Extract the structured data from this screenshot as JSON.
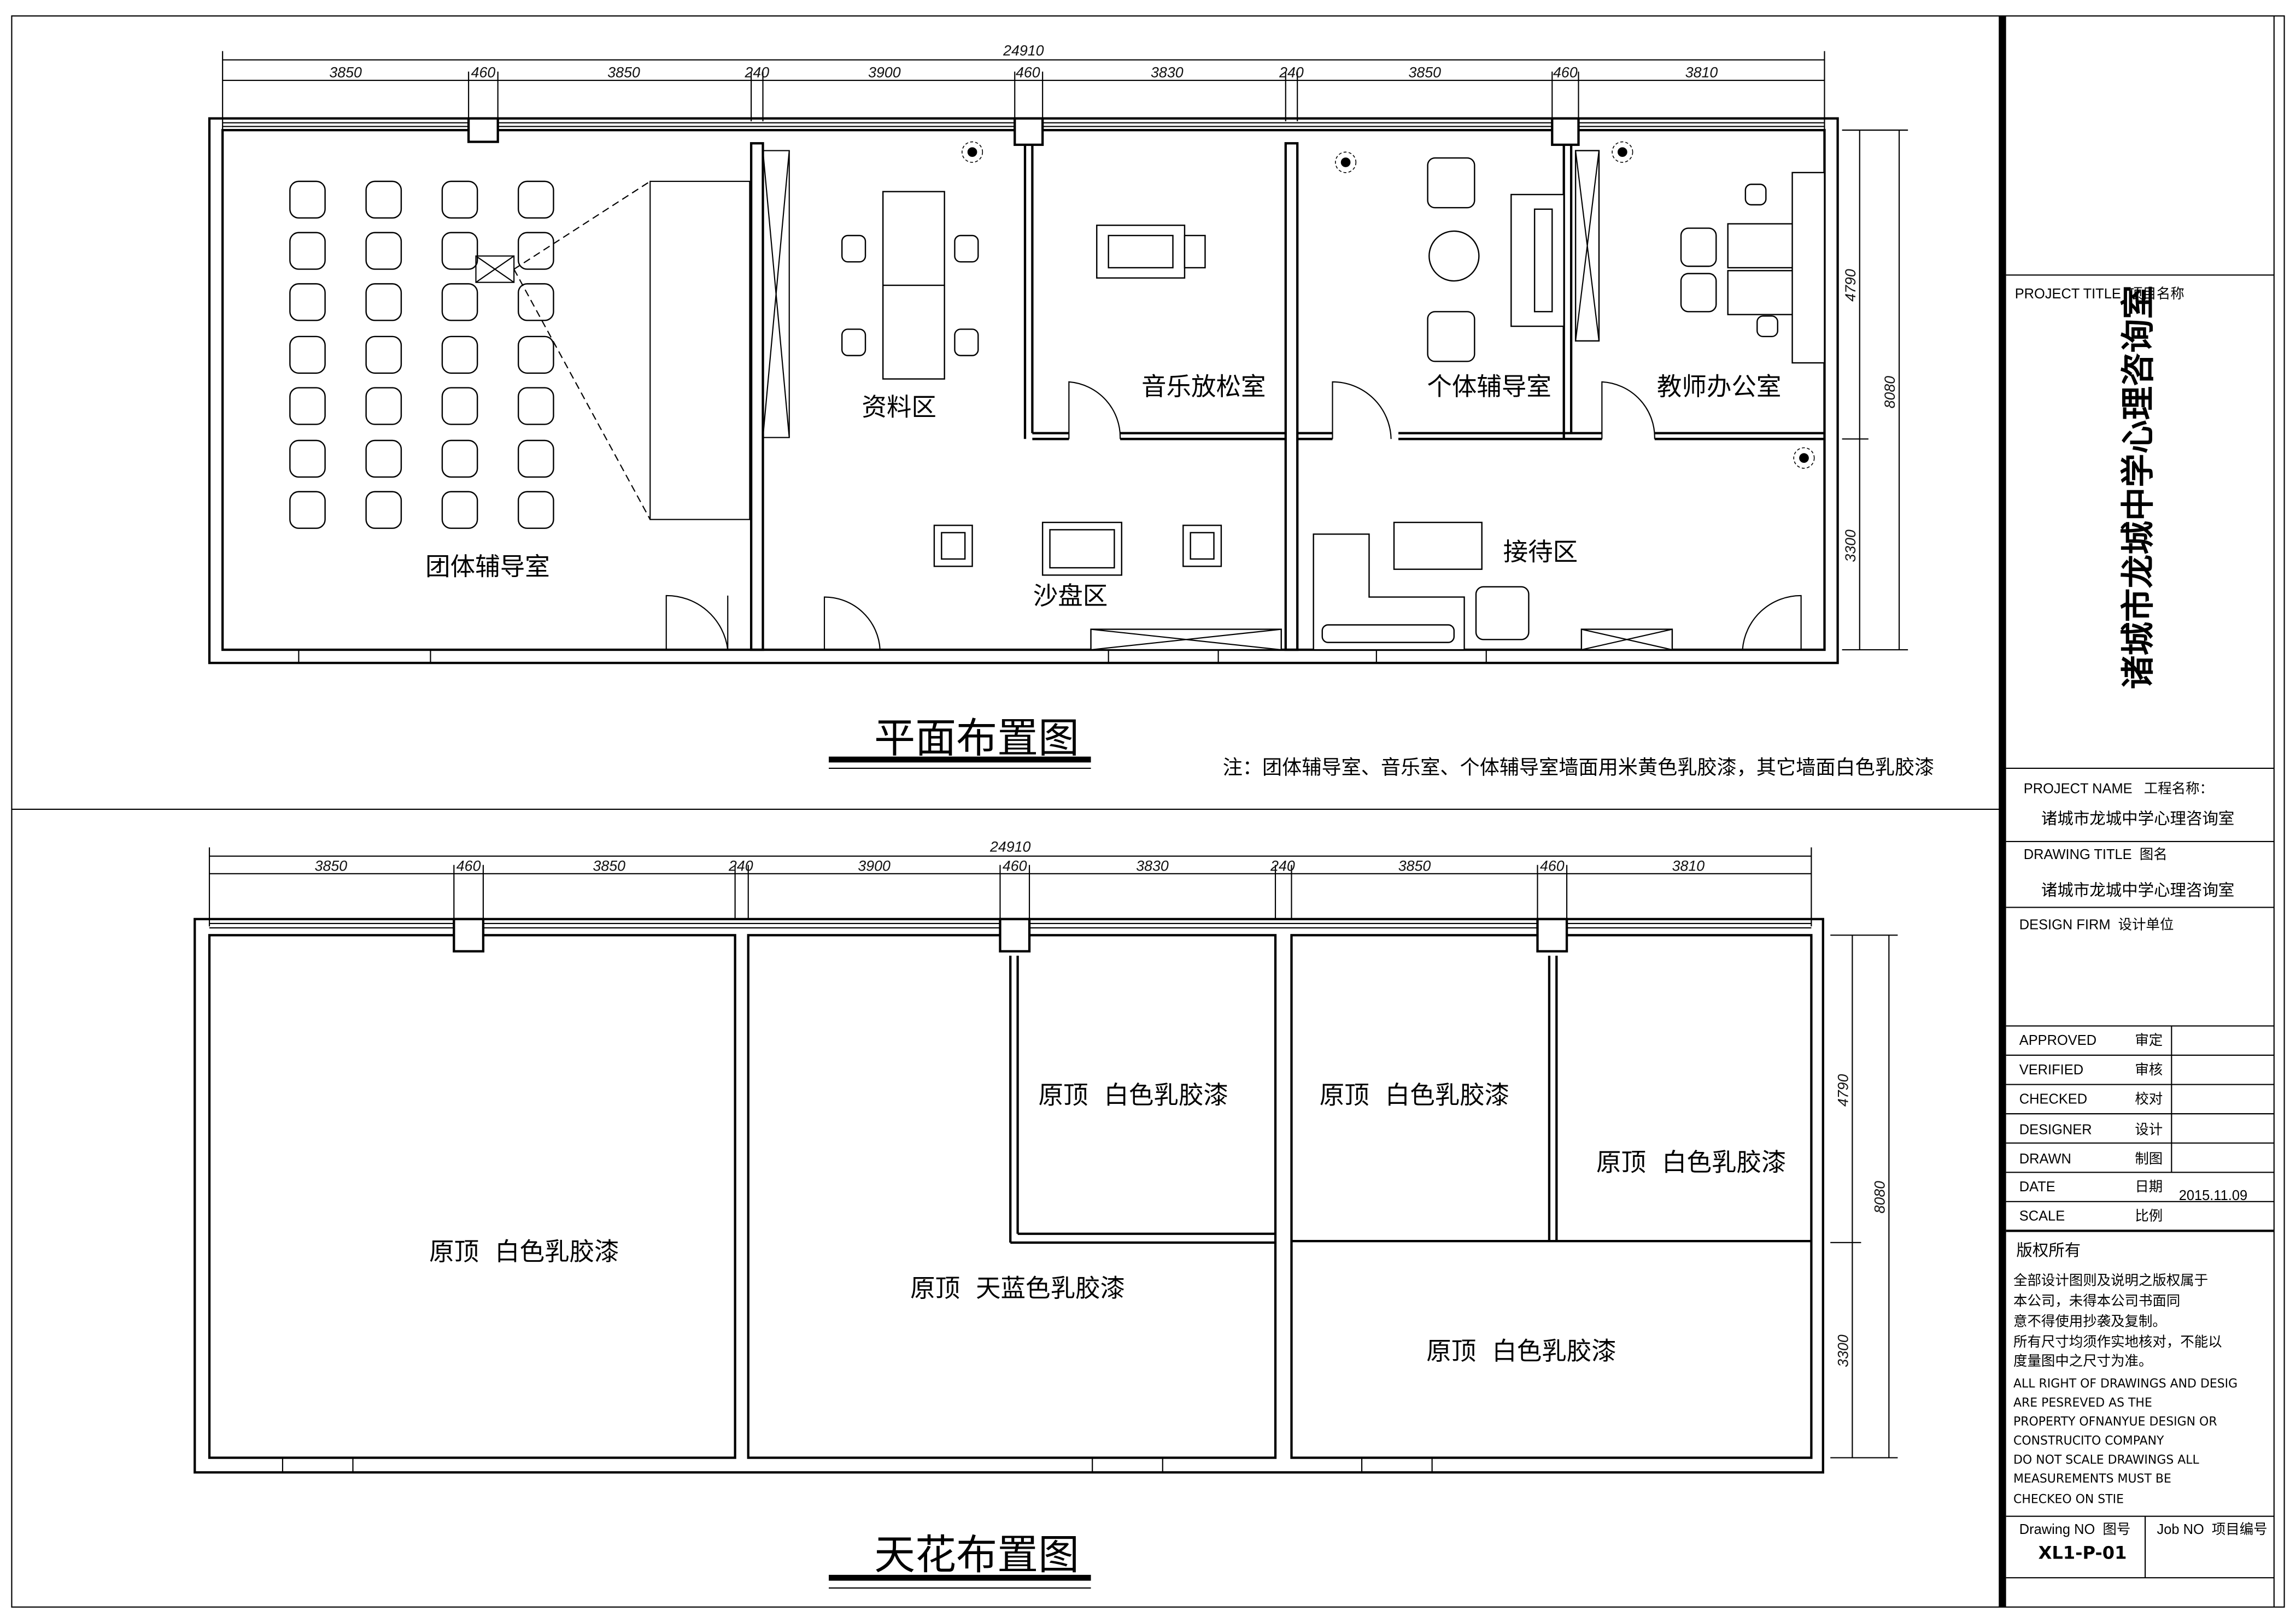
{
  "plan": {
    "title": "平面布置图",
    "note": "注：团体辅导室、音乐室、个体辅导室墙面用米黄色乳胶漆，其它墙面白色乳胶漆",
    "rooms": [
      "团体辅导室",
      "资料区",
      "音乐放松室",
      "个体辅导室",
      "教师办公室",
      "沙盘区",
      "接待区"
    ],
    "dim_total": "24910",
    "dims": [
      "3850",
      "460",
      "3850",
      "240",
      "3900",
      "460",
      "3830",
      "240",
      "3850",
      "460",
      "3810"
    ],
    "dims_right": [
      "4790",
      "8080",
      "3300"
    ]
  },
  "ceiling": {
    "title": "天花布置图",
    "labels": [
      "原顶  白色乳胶漆",
      "原顶  白色乳胶漆",
      "原顶  白色乳胶漆",
      "原顶  白色乳胶漆",
      "原顶  天蓝色乳胶漆",
      "原顶  白色乳胶漆"
    ],
    "dim_total": "24910",
    "dims": [
      "3850",
      "460",
      "3850",
      "240",
      "3900",
      "460",
      "3830",
      "240",
      "3850",
      "460",
      "3810"
    ],
    "dims_right": [
      "4790",
      "8080",
      "3300"
    ]
  },
  "title_block": {
    "project_title_label": "PROJECT TITLE  项目名称",
    "project_title": "诸城市龙城中学心理咨询室",
    "project_name_label": "PROJECT NAME   工程名称：",
    "project_name": "诸城市龙城中学心理咨询室",
    "drawing_title_label": "DRAWING TITLE  图名",
    "drawing_title": "诸城市龙城中学心理咨询室",
    "design_firm_label": "DESIGN FIRM  设计单位",
    "rows": [
      {
        "en": "APPROVED",
        "cn": "审定",
        "value": ""
      },
      {
        "en": "VERIFIED",
        "cn": "审核",
        "value": ""
      },
      {
        "en": "CHECKED",
        "cn": "校对",
        "value": ""
      },
      {
        "en": "DESIGNER",
        "cn": "设计",
        "value": ""
      },
      {
        "en": "DRAWN",
        "cn": "制图",
        "value": ""
      },
      {
        "en": "DATE",
        "cn": "日期",
        "value": "2015.11.09"
      },
      {
        "en": "SCALE",
        "cn": "比例",
        "value": ""
      }
    ],
    "copyright_title": "版权所有",
    "copyright_lines": [
      "全部设计图则及说明之版权属于",
      "本公司，未得本公司书面同",
      "意不得使用抄袭及复制。",
      "所有尺寸均须作实地核对，不能以",
      "度量图中之尺寸为准。",
      "ALL RIGHT OF DRAWINGS AND DESIG",
      "ARE PESREVED AS THE",
      "PROPERTY OFNANYUE DESIGN OR",
      "CONSTRUCITO COMPANY",
      "DO NOT SCALE DRAWINGS ALL",
      "MEASUREMENTS MUST BE",
      "CHECKEO ON STIE"
    ],
    "drawing_no_label": "Drawing NO  图号",
    "drawing_no": "XL1-P-01",
    "job_no_label": "Job NO  项目编号"
  }
}
